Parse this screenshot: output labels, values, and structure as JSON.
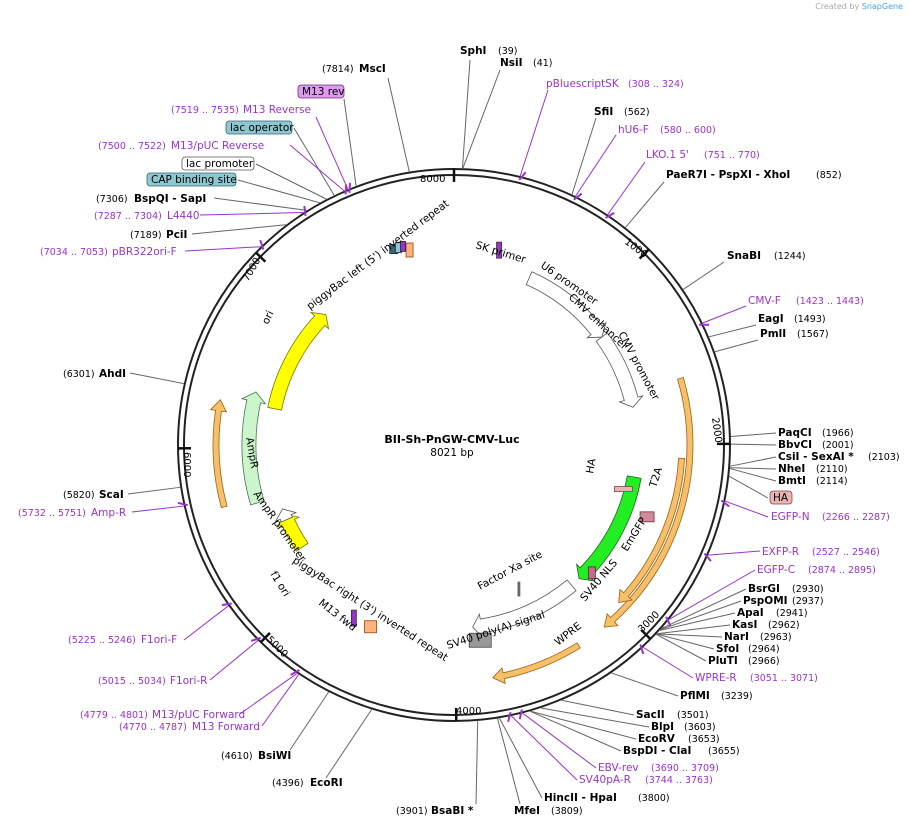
{
  "credit": {
    "prefix": "Created by",
    "brand": "SnapGene"
  },
  "plasmid": {
    "name": "BII-Sh-PnGW-CMV-Luc",
    "size": "8021 bp"
  },
  "ticks": [
    "1000",
    "2000",
    "3000",
    "4000",
    "5000",
    "6000",
    "7000",
    "8000"
  ],
  "sites": [
    {
      "name": "SphI",
      "pos": "(39)"
    },
    {
      "name": "NsiI",
      "pos": "(41)"
    },
    {
      "name": "SfiI",
      "pos": "(562)"
    },
    {
      "name": "PaeR7I - PspXI - XhoI",
      "pos": "(852)"
    },
    {
      "name": "SnaBI",
      "pos": "(1244)"
    },
    {
      "name": "EagI",
      "pos": "(1493)"
    },
    {
      "name": "PmlI",
      "pos": "(1567)"
    },
    {
      "name": "PaqCI",
      "pos": "(1966)"
    },
    {
      "name": "BbvCI",
      "pos": "(2001)"
    },
    {
      "name": "CsiI - SexAI *",
      "pos": "(2103)"
    },
    {
      "name": "NheI",
      "pos": "(2110)"
    },
    {
      "name": "BmtI",
      "pos": "(2114)"
    },
    {
      "name": "BsrGI",
      "pos": "(2930)"
    },
    {
      "name": "PspOMI",
      "pos": "(2937)"
    },
    {
      "name": "ApaI",
      "pos": "(2941)"
    },
    {
      "name": "KasI",
      "pos": "(2962)"
    },
    {
      "name": "NarI",
      "pos": "(2963)"
    },
    {
      "name": "SfoI",
      "pos": "(2964)"
    },
    {
      "name": "PluTI",
      "pos": "(2966)"
    },
    {
      "name": "PflMI",
      "pos": "(3239)"
    },
    {
      "name": "SacII",
      "pos": "(3501)"
    },
    {
      "name": "BlpI",
      "pos": "(3603)"
    },
    {
      "name": "EcoRV",
      "pos": "(3653)"
    },
    {
      "name": "BspDI - ClaI",
      "pos": "(3655)"
    },
    {
      "name": "HincII - HpaI",
      "pos": "(3800)"
    },
    {
      "name": "MfeI",
      "pos": "(3809)"
    },
    {
      "name": "BsaBI *",
      "pos": "(3901)"
    },
    {
      "name": "EcoRI",
      "pos": "(4396)"
    },
    {
      "name": "BsiWI",
      "pos": "(4610)"
    },
    {
      "name": "ScaI",
      "pos": "(5820)"
    },
    {
      "name": "AhdI",
      "pos": "(6301)"
    },
    {
      "name": "PciI",
      "pos": "(7189)"
    },
    {
      "name": "BspQI - SapI",
      "pos": "(7306)"
    },
    {
      "name": "MscI",
      "pos": "(7814)"
    }
  ],
  "primers": [
    {
      "name": "pBluescriptSK",
      "pos": "(308 .. 324)"
    },
    {
      "name": "hU6-F",
      "pos": "(580 .. 600)"
    },
    {
      "name": "LKO.1 5'",
      "pos": "(751 .. 770)"
    },
    {
      "name": "CMV-F",
      "pos": "(1423 .. 1443)"
    },
    {
      "name": "EGFP-N",
      "pos": "(2266 .. 2287)"
    },
    {
      "name": "EXFP-R",
      "pos": "(2527 .. 2546)"
    },
    {
      "name": "EGFP-C",
      "pos": "(2874 .. 2895)"
    },
    {
      "name": "WPRE-R",
      "pos": "(3051 .. 3071)"
    },
    {
      "name": "EBV-rev",
      "pos": "(3690 .. 3709)"
    },
    {
      "name": "SV40pA-R",
      "pos": "(3744 .. 3763)"
    },
    {
      "name": "M13/pUC Forward",
      "pos": "(4779 .. 4801)"
    },
    {
      "name": "M13 Forward",
      "pos": "(4770 .. 4787)"
    },
    {
      "name": "F1ori-R",
      "pos": "(5015 .. 5034)"
    },
    {
      "name": "F1ori-F",
      "pos": "(5225 .. 5246)"
    },
    {
      "name": "Amp-R",
      "pos": "(5732 .. 5751)"
    },
    {
      "name": "pBR322ori-F",
      "pos": "(7034 .. 7053)"
    },
    {
      "name": "L4440",
      "pos": "(7287 .. 7304)"
    },
    {
      "name": "M13/pUC Reverse",
      "pos": "(7500 .. 7522)"
    },
    {
      "name": "M13 Reverse",
      "pos": "(7519 .. 7535)"
    }
  ],
  "boxed": [
    {
      "name": "M13 rev",
      "color": "#dd99ee"
    },
    {
      "name": "lac operator",
      "color": "#8fc7d0"
    },
    {
      "name": "lac promoter",
      "color": "#ffffff"
    },
    {
      "name": "CAP binding site",
      "color": "#8fc7d0"
    },
    {
      "name": "HA",
      "color": "#e8b3b3"
    }
  ],
  "features": [
    "SK primer",
    "U6 promoter",
    "CMV enhancer",
    "CMV promoter",
    "HA",
    "T2A",
    "EmGFP",
    "SV40 NLS",
    "Factor Xa site",
    "WPRE",
    "SV40 poly(A) signal",
    "piggyBac right (3') inverted repeat",
    "M13 fwd",
    "f1 ori",
    "AmpR promoter",
    "AmpR",
    "ori",
    "piggyBac left (5') inverted repeat"
  ],
  "colors": {
    "site": "#000000",
    "primer": "#9933cc",
    "ori": "#ffff00",
    "ampr": "#ccf5cc",
    "emgfp": "#22ee22",
    "orf": "#f5c069",
    "polya": "#999999",
    "m13": "#ffb380"
  }
}
